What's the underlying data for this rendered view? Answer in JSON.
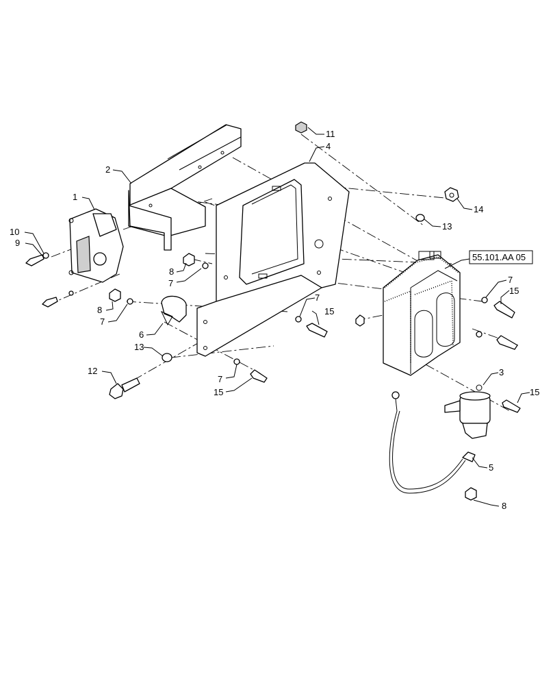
{
  "diagram": {
    "callouts": [
      {
        "label": "1"
      },
      {
        "label": "2"
      },
      {
        "label": "3"
      },
      {
        "label": "4"
      },
      {
        "label": "5"
      },
      {
        "label": "6"
      },
      {
        "label": "7"
      },
      {
        "label": "7"
      },
      {
        "label": "7"
      },
      {
        "label": "7"
      },
      {
        "label": "7"
      },
      {
        "label": "8"
      },
      {
        "label": "8"
      },
      {
        "label": "8"
      },
      {
        "label": "9"
      },
      {
        "label": "10"
      },
      {
        "label": "11"
      },
      {
        "label": "12"
      },
      {
        "label": "13"
      },
      {
        "label": "13"
      },
      {
        "label": "14"
      },
      {
        "label": "15"
      },
      {
        "label": "15"
      },
      {
        "label": "15"
      },
      {
        "label": "15"
      }
    ],
    "reference_box": "55.101.AA 05"
  }
}
